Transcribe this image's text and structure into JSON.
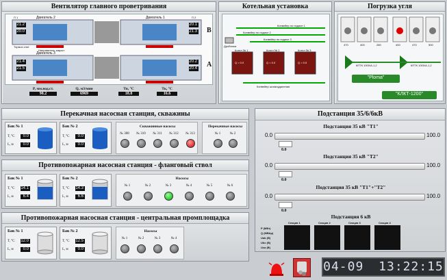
{
  "ventilation": {
    "title": "Вентилятор главного проветривания",
    "label_b": "В",
    "label_a": "А",
    "readouts": [
      {
        "label": "P, мм.вод.ст.",
        "value": "98.2"
      },
      {
        "label": "Q, м3/мин",
        "value": "6969"
      },
      {
        "label": "Тп, °C",
        "value": "18.8"
      },
      {
        "label": "Тк, °C",
        "value": "16.6"
      }
    ],
    "engine1": "Двигатель 1",
    "engine2": "Двигатель 2",
    "engine3": "Двигатель 3",
    "brake": "Тормоз снят",
    "dir": "Направитель закрыт",
    "p1": "П 1",
    "p2": "П 2",
    "vals": [
      "21.2",
      "20.0",
      "20.1",
      "21.3",
      "21.4",
      "21.5",
      "20.2",
      "20.4"
    ]
  },
  "boiler": {
    "title": "Котельная установка",
    "k1": "Котел № 1",
    "k2": "Котел № 2",
    "k3": "Котел № 3",
    "fuel": "Дробилка",
    "q1": "Q = 0.0",
    "q2": "Q = 0.0",
    "q3": "Q = 0.5",
    "conv1": "Конвейер по подаче 1",
    "conv2": "Конвейер по подаче 2",
    "conv3": "Конвейер по подаче 3",
    "conv4": "Конвейер шлакоудаления"
  },
  "coal": {
    "title": "Погрузка угля",
    "ktk1": "КПТК 1000/А-1,2",
    "ktk2": "КПТК 1000/А-1,2",
    "ploma": "\"Ploma\"",
    "klkt": "\"КЛКТ-1200\"",
    "vals": [
      "470",
      "400",
      "280",
      "400",
      "470",
      "500"
    ]
  },
  "station1": {
    "title": "Перекачная насосная станция, скважины",
    "tank1": "Бак № 1",
    "tank2": "Бак № 2",
    "t": "T, °C",
    "l": "L, м",
    "t1": "0.0",
    "l1": "0.0",
    "t2": "0.0",
    "l2": "0.0",
    "wells_title": "Скважинные насосы",
    "wells": [
      "№ 308",
      "№ 310",
      "№ 311",
      "№ 312",
      "№ 313"
    ],
    "pump_title": "Перекачные насосы",
    "pumps": [
      "№ 1",
      "№ 2"
    ]
  },
  "station2": {
    "title": "Противопожарная насосная станция - фланговый ствол",
    "tank1": "Бак № 1",
    "tank2": "Бак № 2",
    "t": "T, °C",
    "l": "L, м",
    "t1": "14.1",
    "l1": "6.4",
    "t2": "14.3",
    "l2": "6.6",
    "pump_title": "Насосы",
    "pumps": [
      "№ 1",
      "№ 2",
      "№ 3",
      "№ 4",
      "№ 5",
      "№ 6"
    ]
  },
  "station3": {
    "title": "Противопожарная насосная станция - центральная промплощадка",
    "tank1": "Бак № 1",
    "tank2": "Бак № 2",
    "t": "T, °C",
    "l": "L, м",
    "t1": "12.0",
    "l1": "0.0",
    "t2": "12.5",
    "l2": "0.0",
    "pump_title": "Насосы",
    "pumps": [
      "№ 1",
      "№ 2",
      "№ 3",
      "№ 4"
    ]
  },
  "substation": {
    "title": "Подстанция 35/6/6кВ",
    "t1": "Подстанция 35 кВ \"Т1\"",
    "t2": "Подстанция 35 кВ \"Т2\"",
    "t12": "Подстанция 35 кВ \"Т1\"+\"Т2\"",
    "min": "0.0",
    "max": "100.0",
    "cur": "0.0",
    "kv6": "Подстанция 6 кВ",
    "sections": [
      "Секция 1",
      "Секция 2",
      "Секция 3",
      "Секция 4"
    ],
    "rows": [
      "P (МВт)",
      "Q (МВАр)",
      "Uab (В)",
      "Ubc (В)",
      "Uca (В)"
    ]
  },
  "clock": {
    "date": "04-09",
    "time": "13:22:15"
  }
}
